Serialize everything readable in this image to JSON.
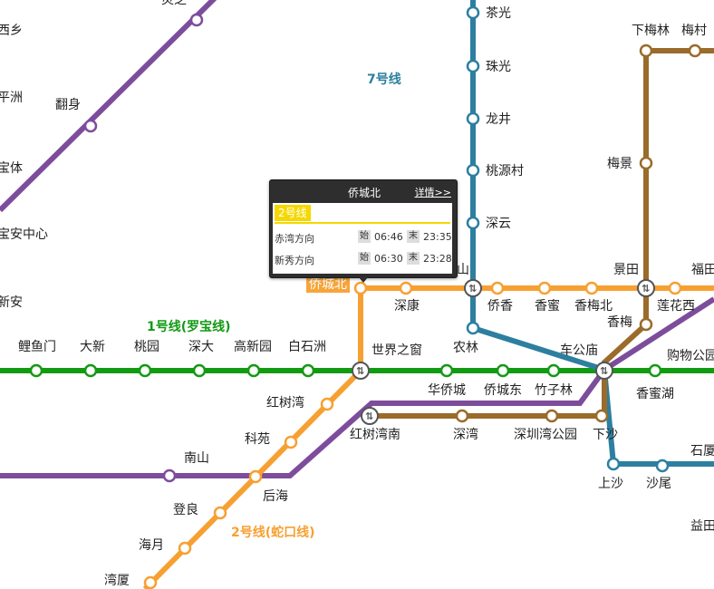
{
  "colors": {
    "line1": "#139a13",
    "line2": "#f7a032",
    "line5_purple": "#7d4d9c",
    "line7": "#2d7fa0",
    "line9_brown": "#9a6b2a",
    "popup_bg": "#2e2e2e",
    "popup_tag": "#f5d800"
  },
  "lines": {
    "line1_label": "1号线(罗宝线)",
    "line2_label": "2号线(蛇口线)",
    "line7_label": "7号线"
  },
  "stations": {
    "west_xi_xiang": "西乡",
    "ping_zhou": "平洲",
    "fan_shen": "翻身",
    "bao_ti": "宝体",
    "baoan_zhongxin": "宝安中心",
    "xin_an": "新安",
    "partial_top": "灵芝",
    "li_yu_men": "鲤鱼门",
    "da_xin": "大新",
    "tao_yuan": "桃园",
    "shen_da": "深大",
    "gao_xin_yuan": "高新园",
    "bai_shi_zhou": "白石洲",
    "shi_jie_zhi_chuang": "世界之窗",
    "hua_qiao_cheng": "华侨城",
    "qiao_cheng_dong": "侨城东",
    "zhu_zi_lin": "竹子林",
    "che_gong_miao": "车公庙",
    "xiang_mi_hu": "香蜜湖",
    "gou_wu_gong_yuan": "购物公园",
    "qiao_cheng_bei": "侨城北",
    "shen_kang": "深康",
    "qiao_xiang": "侨香",
    "xiang_mi": "香蜜",
    "xiang_mei_bei": "香梅北",
    "jing_tian": "景田",
    "lian_hua_xi": "莲花西",
    "fu_tian": "福田",
    "xiang_mei": "香梅",
    "mei_jing": "梅景",
    "xia_mei_lin": "下梅林",
    "mei_cun": "梅村",
    "cha_guang": "茶光",
    "zhu_guang": "珠光",
    "long_jing": "龙井",
    "tao_yuan_cun": "桃源村",
    "shen_yun": "深云",
    "an_shan_partial": "山",
    "nong_lin": "农林",
    "hong_shu_wan": "红树湾",
    "ke_yuan": "科苑",
    "hou_hai": "后海",
    "deng_liang": "登良",
    "hai_yue": "海月",
    "wan_xia": "湾厦",
    "nan_shan": "南山",
    "hong_shu_wan_nan": "红树湾南",
    "shen_wan": "深湾",
    "shenzhenwan_gongyuan": "深圳湾公园",
    "xia_sha": "下沙",
    "shang_sha": "上沙",
    "sha_wei": "沙尾",
    "shi_xia_partial": "石厦",
    "yi_tian_partial": "益田"
  },
  "popup": {
    "station": "侨城北",
    "detail_link": "详情>>",
    "line_tag": "2号线",
    "rows": [
      {
        "direction": "赤湾方向",
        "first_badge": "始",
        "first": "06:46",
        "last_badge": "末",
        "last": "23:35"
      },
      {
        "direction": "新秀方向",
        "first_badge": "始",
        "first": "06:30",
        "last_badge": "末",
        "last": "23:28"
      }
    ]
  },
  "xfer_glyph": "⇅"
}
